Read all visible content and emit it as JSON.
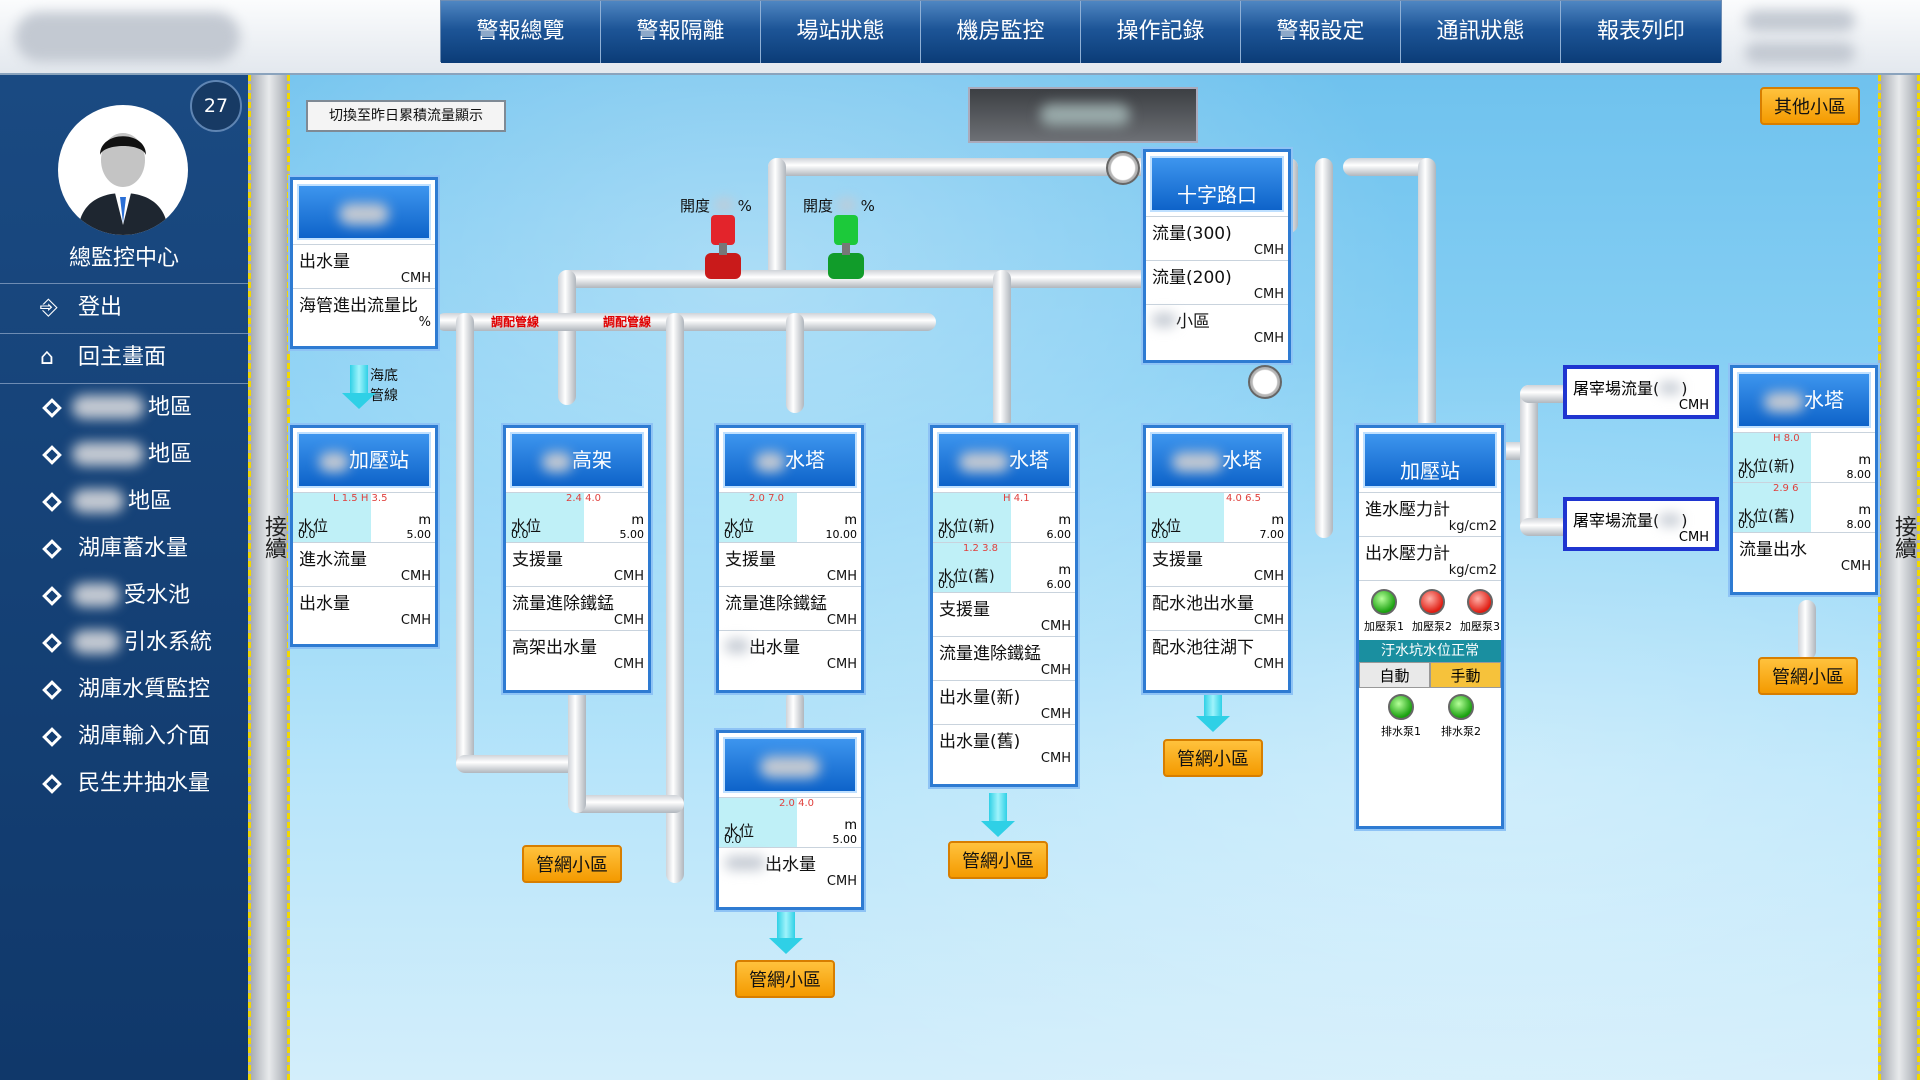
{
  "nav": [
    "警報總覽",
    "警報隔離",
    "場站狀態",
    "機房監控",
    "操作記錄",
    "警報設定",
    "通訊狀態",
    "報表列印"
  ],
  "sidebar": {
    "badge": "27",
    "center": "總監控中心",
    "logout": "登出",
    "home": "回主畫面",
    "items": [
      "地區",
      "地區",
      "地區",
      "湖庫蓄水量",
      "受水池",
      "引水系統",
      "湖庫水質監控",
      "湖庫輸入介面",
      "民生井抽水量"
    ]
  },
  "scene": {
    "switch_btn": "切換至昨日累積流量顯示",
    "other": "其他小區",
    "cont_left": "接續",
    "cont_right": "接續",
    "undersea": "海底管線",
    "dispatch": "調配管線",
    "open_label": "開度",
    "percent": "%",
    "net": "管網小區"
  },
  "stations": {
    "s1": {
      "rows": [
        {
          "l": "出水量",
          "u": "CMH"
        },
        {
          "l": "海管進出流量比",
          "u": "%"
        }
      ]
    },
    "s2": {
      "title": "加壓站",
      "lvl": {
        "l": "水位",
        "lo": "0.0",
        "hi": "5.00",
        "m": "m",
        "lh": "L 1.5  H 3.5"
      },
      "rows": [
        {
          "l": "進水流量",
          "u": "CMH"
        },
        {
          "l": "出水量",
          "u": "CMH"
        }
      ]
    },
    "s3": {
      "title": "高架",
      "lvl": {
        "l": "水位",
        "lo": "0.0",
        "hi": "5.00",
        "m": "m",
        "lh": "2.4  4.0"
      },
      "rows": [
        {
          "l": "支援量",
          "u": "CMH"
        },
        {
          "l": "流量進除鐵錳",
          "u": "CMH"
        },
        {
          "l": "高架出水量",
          "u": "CMH"
        }
      ]
    },
    "s4": {
      "title": "水塔",
      "lvl": {
        "l": "水位",
        "lo": "0.0",
        "hi": "10.00",
        "m": "m",
        "lh": "2.0  7.0"
      },
      "rows": [
        {
          "l": "支援量",
          "u": "CMH"
        },
        {
          "l": "流量進除鐵錳",
          "u": "CMH"
        },
        {
          "l": "出水量",
          "u": "CMH"
        }
      ]
    },
    "s5": {
      "lvl": {
        "l": "水位",
        "lo": "0.0",
        "hi": "5.00",
        "m": "m",
        "lh": "2.0  4.0"
      },
      "rows": [
        {
          "l": "出水量",
          "u": "CMH"
        }
      ]
    },
    "s6": {
      "title": "水塔",
      "lvl": {
        "l": "水位(新)",
        "lo": "0.0",
        "hi": "6.00",
        "m": "m",
        "lh": "H 4.1"
      },
      "lvl2": {
        "l": "水位(舊)",
        "lo": "0.0",
        "hi": "6.00",
        "m": "m",
        "lh": "1.2  3.8"
      },
      "rows": [
        {
          "l": "支援量",
          "u": "CMH"
        },
        {
          "l": "流量進除鐵錳",
          "u": "CMH"
        },
        {
          "l": "出水量(新)",
          "u": "CMH"
        },
        {
          "l": "出水量(舊)",
          "u": "CMH"
        }
      ]
    },
    "s7": {
      "title": "十字路口",
      "rows": [
        {
          "l": "流量(300)",
          "u": "CMH"
        },
        {
          "l": "流量(200)",
          "u": "CMH"
        },
        {
          "l": "小區",
          "u": "CMH"
        }
      ]
    },
    "s8": {
      "title": "水塔",
      "lvl": {
        "l": "水位",
        "lo": "0.0",
        "hi": "7.00",
        "m": "m",
        "lh": "4.0  6.5"
      },
      "rows": [
        {
          "l": "支援量",
          "u": "CMH"
        },
        {
          "l": "配水池出水量",
          "u": "CMH"
        },
        {
          "l": "配水池往湖下",
          "u": "CMH"
        }
      ]
    },
    "s9": {
      "title": "加壓站",
      "rows": [
        {
          "l": "進水壓力計",
          "u": "kg/cm2"
        },
        {
          "l": "出水壓力計",
          "u": "kg/cm2"
        }
      ],
      "pumps": [
        "加壓泵1",
        "加壓泵2",
        "加壓泵3"
      ],
      "sump": "汙水坑水位正常",
      "auto": "自動",
      "manual": "手動",
      "drain": [
        "排水泵1",
        "排水泵2"
      ]
    },
    "s10": {
      "title": "水塔",
      "lvl": {
        "l": "水位(新)",
        "lo": "0.0",
        "hi": "8.00",
        "m": "m",
        "lh": "H 8.0"
      },
      "lvl2": {
        "l": "水位(舊)",
        "lo": "0.0",
        "hi": "8.00",
        "m": "m",
        "lh": "2.9  6"
      },
      "rows": [
        {
          "l": "流量出水",
          "u": "CMH"
        }
      ]
    },
    "slaughter": {
      "label": "屠宰場流量(",
      "close": ")",
      "u": "CMH"
    }
  }
}
